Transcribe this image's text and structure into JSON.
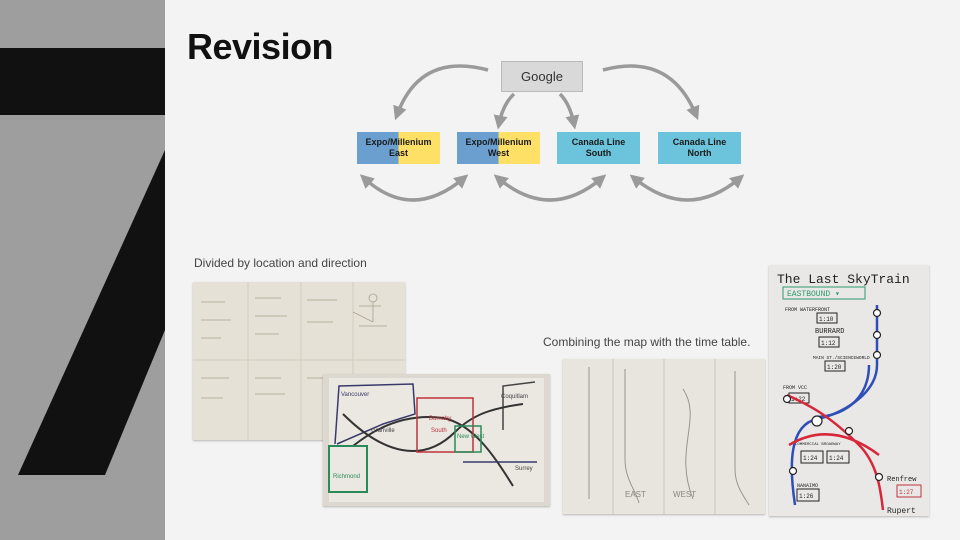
{
  "slide": {
    "title": "Revision"
  },
  "diagram": {
    "root": "Google",
    "nodes": [
      {
        "line1": "Expo/Millenium",
        "line2": "East",
        "style": "split"
      },
      {
        "line1": "Expo/Millenium",
        "line2": "West",
        "style": "split"
      },
      {
        "line1": "Canada Line",
        "line2": "South",
        "style": "cyan"
      },
      {
        "line1": "Canada Line",
        "line2": "North",
        "style": "cyan"
      }
    ]
  },
  "captions": {
    "left": "Divided by location and direction",
    "middle": "Combining the map with the time table."
  },
  "photos": {
    "whiteboard": {
      "labels": [
        "Vancouver",
        "Burnaby",
        "South",
        "Coquitlam",
        "New West",
        "Richmond",
        "Surrey",
        "Granville"
      ]
    },
    "sketch": {
      "labels": [
        "EAST",
        "WEST"
      ]
    },
    "final": {
      "title": "The Last SkyTrain",
      "direction": "EASTBOUND ▾",
      "stops": [
        {
          "label": "FROM WATERFRONT",
          "time": "1:10"
        },
        {
          "label": "BURRARD",
          "time": "1:12"
        },
        {
          "label": "MAIN ST./SCIENCEWORLD",
          "time": "1:20"
        },
        {
          "label": "FROM VCC",
          "time": "1:22"
        },
        {
          "label": "COMMERCIAL BROADWAY",
          "time": "1:24"
        },
        {
          "label": "",
          "time": "1:24"
        },
        {
          "label": "NANAIMO",
          "time": "1:26"
        },
        {
          "label": "Renfrew",
          "time": "1:27"
        },
        {
          "label": "Rupert",
          "time": ""
        }
      ]
    }
  },
  "colors": {
    "blue": "#6a9fd0",
    "yellow": "#ffe066",
    "cyan": "#6cc4dc",
    "gray": "#d9d9d9",
    "arrow": "#9a9a9a"
  }
}
